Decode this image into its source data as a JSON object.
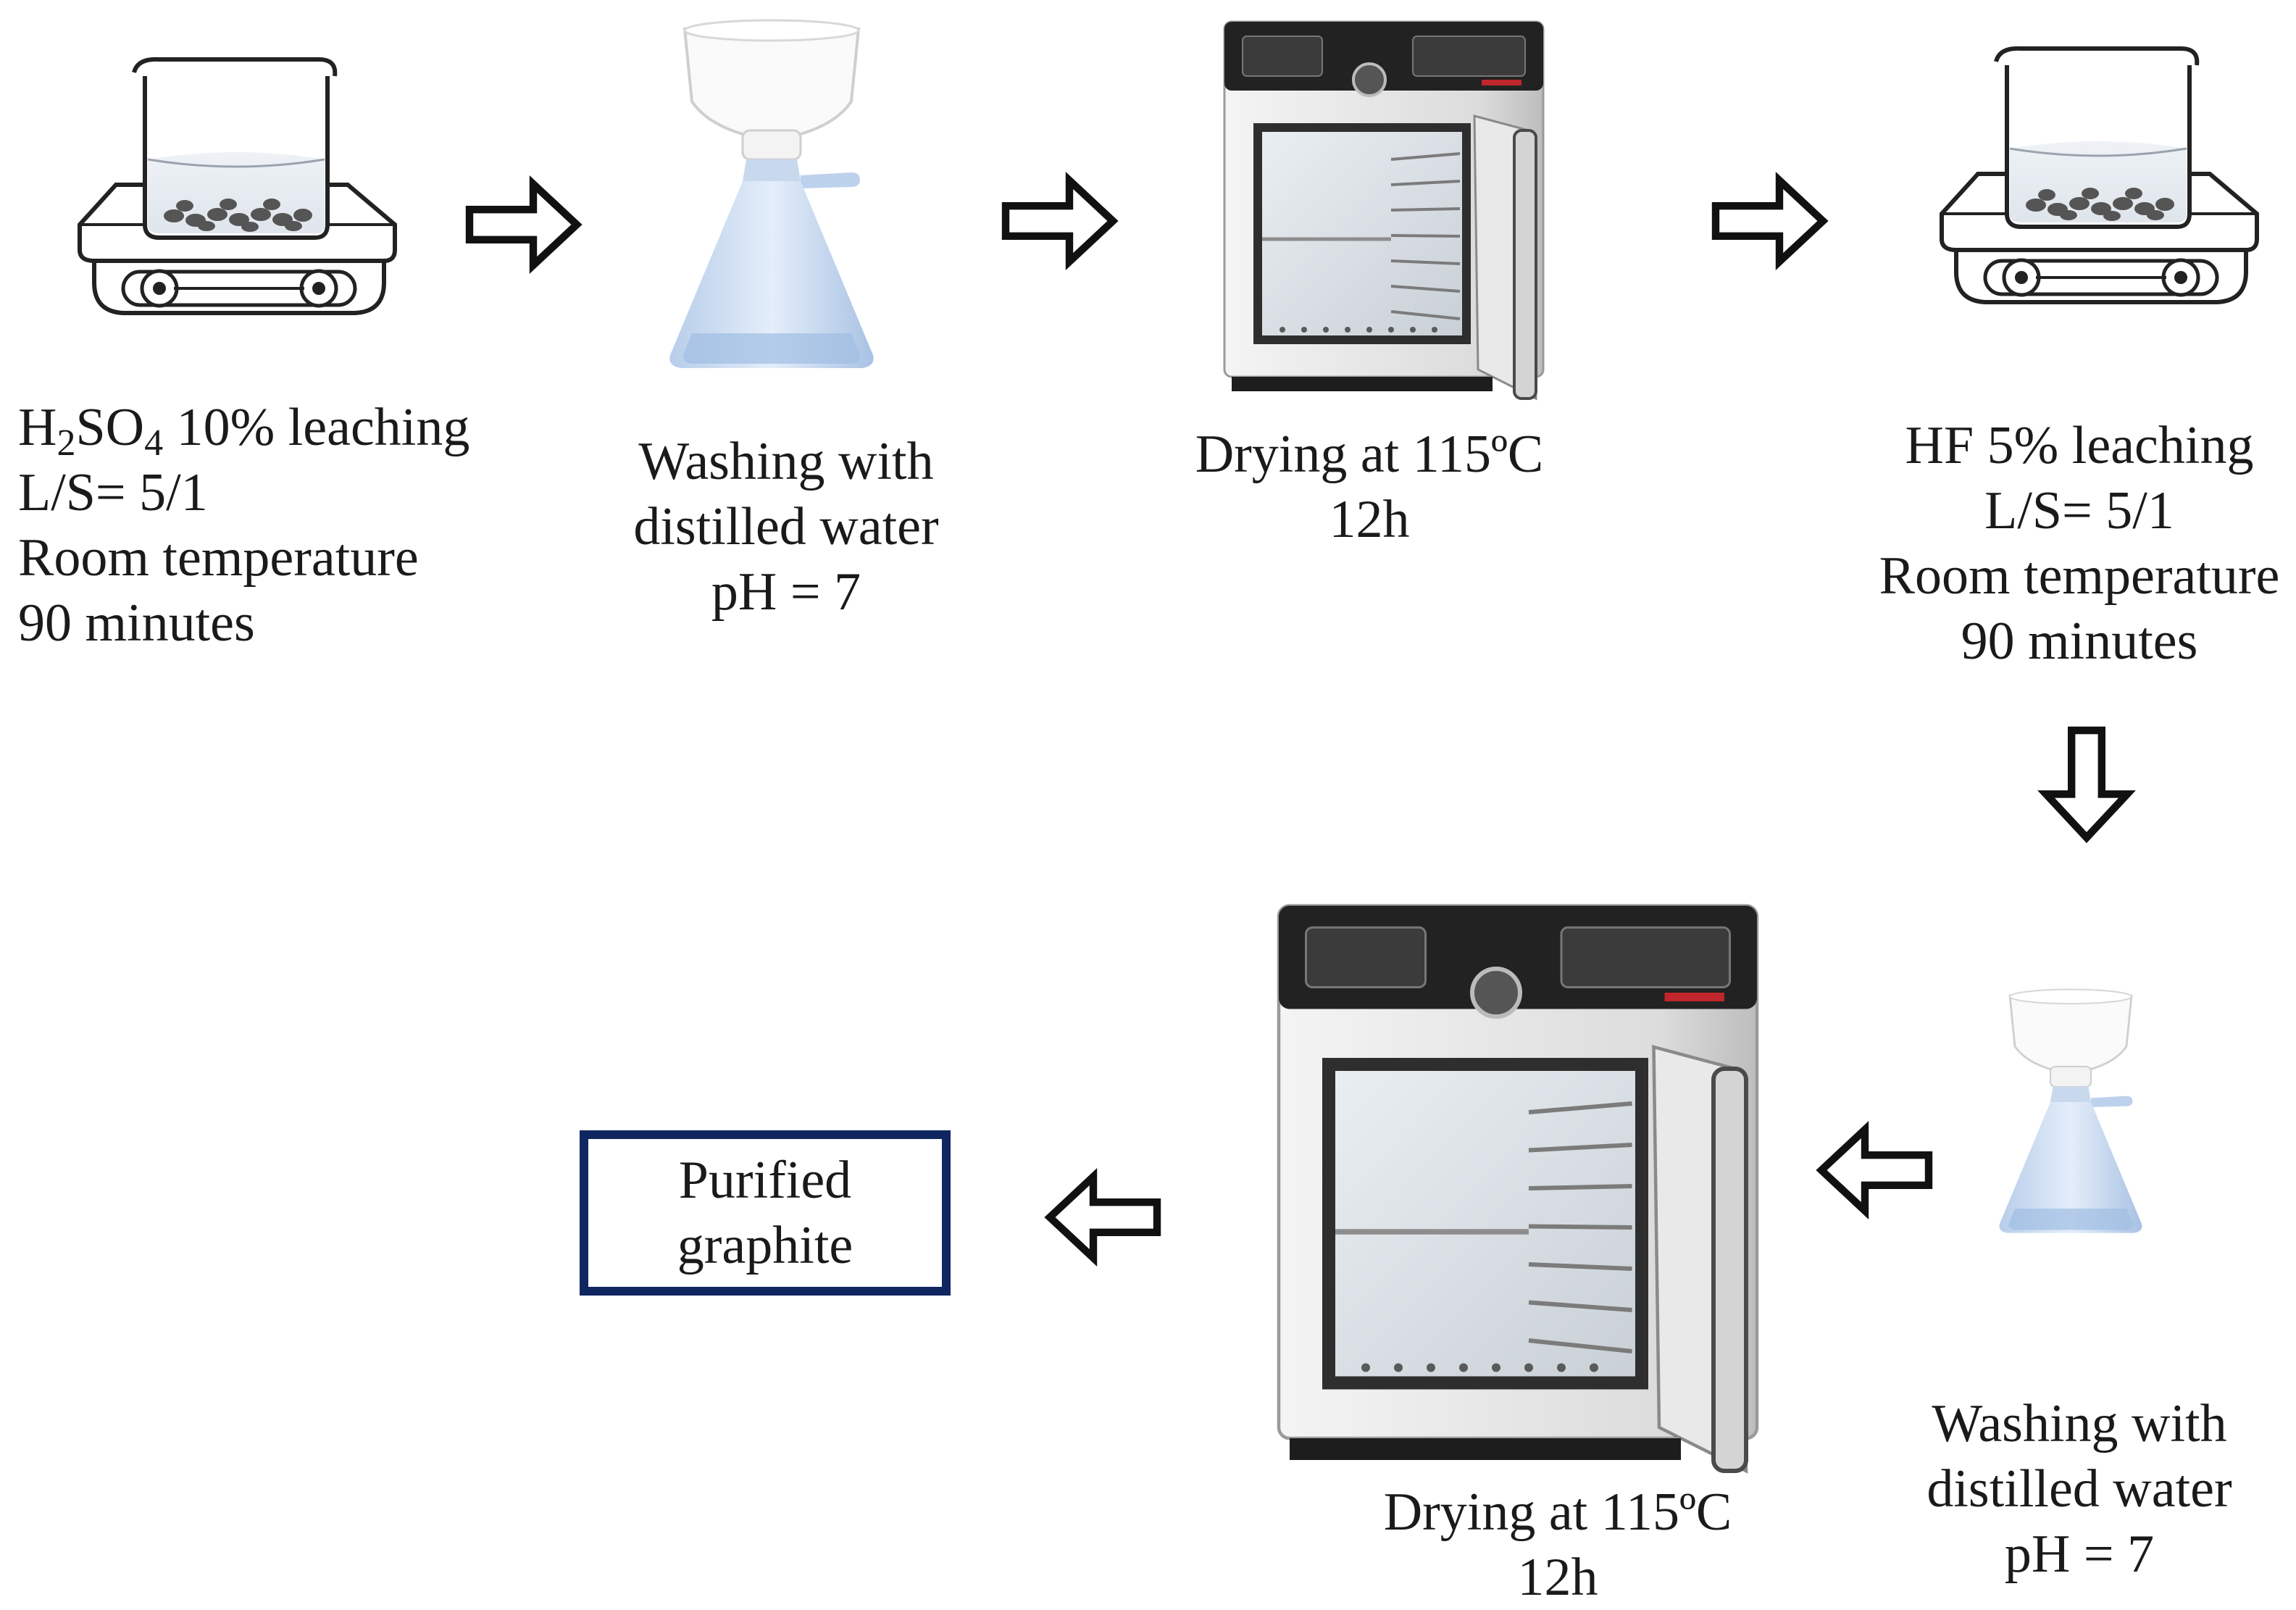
{
  "steps": [
    {
      "id": "h2so4",
      "icon": "stirrer-beaker-icon",
      "lines": [
        "H2SO4 10% leaching",
        "L/S= 5/1",
        "Room temperature",
        "90 minutes"
      ]
    },
    {
      "id": "wash1",
      "icon": "filter-flask-icon",
      "lines": [
        "Washing with",
        "distilled water",
        "pH = 7"
      ]
    },
    {
      "id": "dry1",
      "icon": "drying-oven-icon",
      "lines": [
        "Drying at 115ºC",
        "12h"
      ]
    },
    {
      "id": "hf",
      "icon": "stirrer-beaker-icon",
      "lines": [
        "HF 5% leaching",
        "L/S= 5/1",
        "Room temperature",
        "90 minutes"
      ]
    },
    {
      "id": "wash2",
      "icon": "filter-flask-icon",
      "lines": [
        "Washing with",
        "distilled water",
        "pH = 7"
      ]
    },
    {
      "id": "dry2",
      "icon": "drying-oven-icon",
      "lines": [
        "Drying at 115ºC",
        "12h"
      ]
    }
  ],
  "h2so4_first_line": {
    "pre": "H",
    "sub1": "2",
    "mid": "SO",
    "sub2": "4",
    "post": " 10% leaching"
  },
  "final": {
    "lines": [
      "Purified",
      "graphite"
    ],
    "border_color": "#0f2660"
  },
  "arrows": [
    "right",
    "right",
    "right",
    "down",
    "left",
    "left"
  ]
}
